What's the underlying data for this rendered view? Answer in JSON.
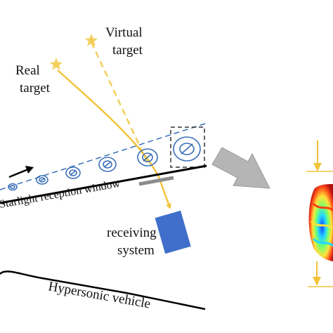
{
  "labels": {
    "virtual_target_line1": "Virtual",
    "virtual_target_line2": "target",
    "real_target_line1": "Real",
    "real_target_line2": "target",
    "starlight_window": "Starlight reception window",
    "receiving_line1": "receiving",
    "receiving_line2": "system",
    "vehicle": "Hypersonic  vehicle"
  },
  "colors": {
    "star": "#f2cf5b",
    "ray": "#f2c33a",
    "vortex": "#3a6fb8",
    "dashed_boundary": "#3a6fb8",
    "receiver": "#3f6fcb",
    "callout_arrow": "#b5b5b5",
    "window": "#8c8c8c",
    "body_line": "#000000"
  }
}
